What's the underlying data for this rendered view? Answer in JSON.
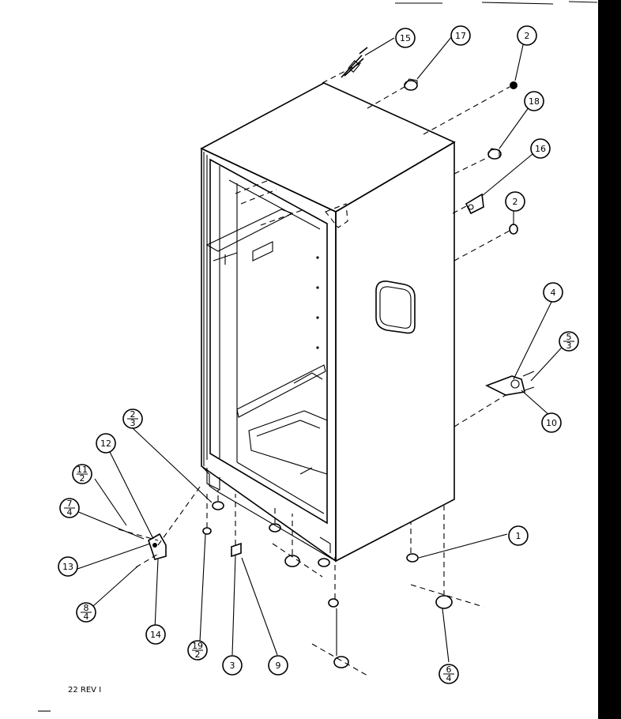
{
  "footer_label": "22 REV I",
  "callouts": [
    {
      "id": "c15",
      "name": "callout-15",
      "top": "15",
      "bottom": ""
    },
    {
      "id": "c17",
      "name": "callout-17",
      "top": "17",
      "bottom": ""
    },
    {
      "id": "c2a",
      "name": "callout-2-top",
      "top": "2",
      "bottom": ""
    },
    {
      "id": "c18",
      "name": "callout-18",
      "top": "18",
      "bottom": ""
    },
    {
      "id": "c16",
      "name": "callout-16",
      "top": "16",
      "bottom": ""
    },
    {
      "id": "c2b",
      "name": "callout-2-lower",
      "top": "2",
      "bottom": ""
    },
    {
      "id": "c4",
      "name": "callout-4",
      "top": "4",
      "bottom": ""
    },
    {
      "id": "c5_3",
      "name": "callout-5-over-3",
      "top": "5",
      "bottom": "3"
    },
    {
      "id": "c10",
      "name": "callout-10",
      "top": "10",
      "bottom": ""
    },
    {
      "id": "c2_3",
      "name": "callout-2-over-3",
      "top": "2",
      "bottom": "3"
    },
    {
      "id": "c12",
      "name": "callout-12",
      "top": "12",
      "bottom": ""
    },
    {
      "id": "c11_2",
      "name": "callout-11-over-2",
      "top": "11",
      "bottom": "2"
    },
    {
      "id": "c7_4",
      "name": "callout-7-over-4",
      "top": "7",
      "bottom": "4"
    },
    {
      "id": "c13",
      "name": "callout-13",
      "top": "13",
      "bottom": ""
    },
    {
      "id": "c8_4",
      "name": "callout-8-over-4",
      "top": "8",
      "bottom": "4"
    },
    {
      "id": "c14",
      "name": "callout-14",
      "top": "14",
      "bottom": ""
    },
    {
      "id": "c19_2",
      "name": "callout-19-over-2",
      "top": "19",
      "bottom": "2"
    },
    {
      "id": "c3",
      "name": "callout-3",
      "top": "3",
      "bottom": ""
    },
    {
      "id": "c9",
      "name": "callout-9",
      "top": "9",
      "bottom": ""
    },
    {
      "id": "c1",
      "name": "callout-1",
      "top": "1",
      "bottom": ""
    },
    {
      "id": "c6_4",
      "name": "callout-6-over-4",
      "top": "6",
      "bottom": "4"
    }
  ]
}
